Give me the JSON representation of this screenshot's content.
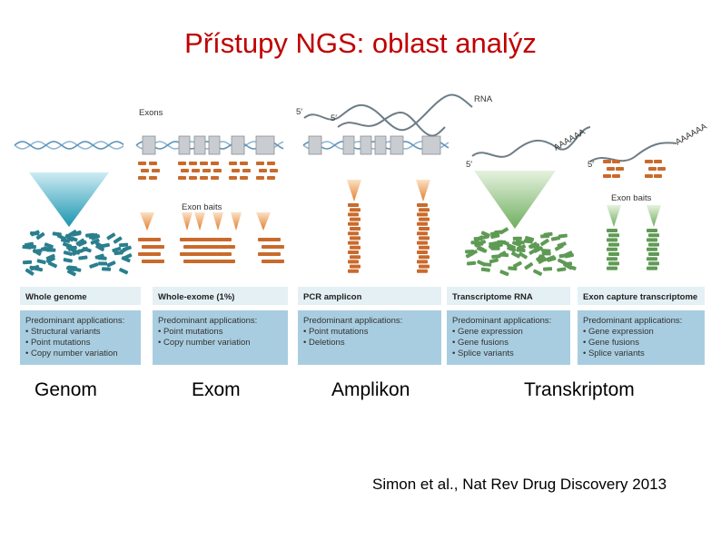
{
  "title": "Přístupy NGS: oblast analýz",
  "figure": {
    "labels": {
      "exons": "Exons",
      "rna": "RNA",
      "five_prime": "5′",
      "poly_a": "AAAAAA",
      "exon_baits": "Exon baits"
    },
    "panels": [
      {
        "header": "Whole genome",
        "apps_title": "Predominant applications:",
        "apps": [
          "• Structural variants",
          "• Point mutations",
          "• Copy number variation"
        ]
      },
      {
        "header": "Whole-exome (1%)",
        "apps_title": "Predominant applications:",
        "apps": [
          "• Point mutations",
          "• Copy number variation"
        ]
      },
      {
        "header": "PCR amplicon",
        "apps_title": "Predominant applications:",
        "apps": [
          "• Point mutations",
          "• Deletions"
        ]
      },
      {
        "header": "Transcriptome RNA",
        "apps_title": "Predominant applications:",
        "apps": [
          "• Gene expression",
          "• Gene fusions",
          "• Splice variants"
        ]
      },
      {
        "header": "Exon capture transcriptome",
        "apps_title": "Predominant applications:",
        "apps": [
          "• Gene expression",
          "• Gene fusions",
          "• Splice variants"
        ]
      }
    ]
  },
  "captions": [
    "Genom",
    "Exom",
    "Amplikon",
    "Transkriptom"
  ],
  "citation": "Simon et al., Nat Rev Drug Discovery 2013",
  "colors": {
    "title": "#c00000",
    "blue_triangle": "#1f9cb5",
    "blue_fragment": "#2a7f8e",
    "orange": "#e58a3a",
    "brown_fragment": "#c96a2c",
    "green": "#7fb870",
    "green_fragment": "#5f9a55",
    "dna": "#8fb8d3",
    "app_box": "#a9cde0"
  }
}
